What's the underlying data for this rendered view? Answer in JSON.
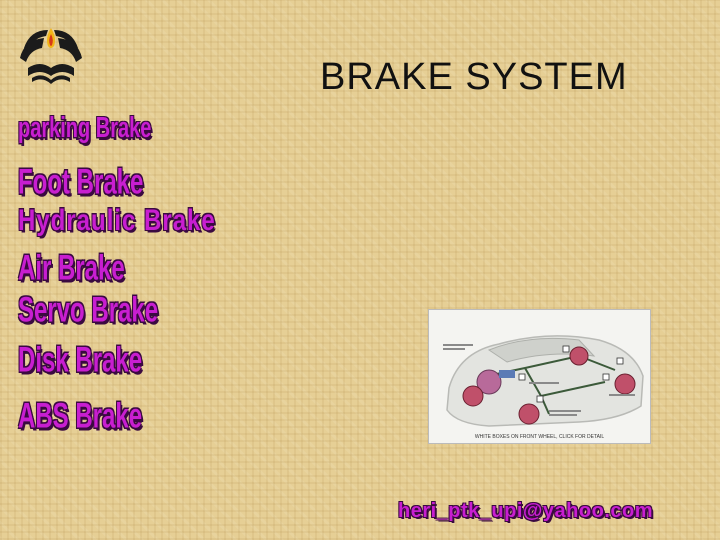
{
  "slide": {
    "title": "BRAKE SYSTEM",
    "brake_types": [
      "parking Brake",
      "Foot Brake",
      "Hydraulic Brake",
      "Air Brake",
      "Servo Brake",
      "Disk Brake",
      "ABS Brake"
    ],
    "email": "heri_ptk_upi@yahoo.com",
    "image_caption": "WHITE BOXES ON FRONT WHEEL, CLICK FOR DETAIL",
    "colors": {
      "background": "#e6cf95",
      "list_text": "#c81ed0",
      "title_text": "#111111",
      "logo": "#1b1b1b"
    },
    "icons": [
      "university-logo-icon",
      "car-brake-diagram-image"
    ]
  }
}
